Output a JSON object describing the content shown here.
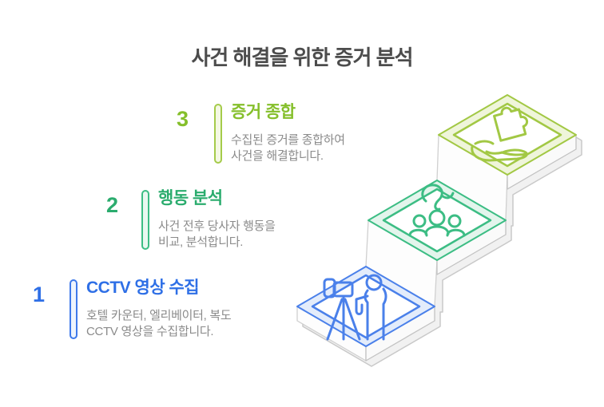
{
  "title": "사건 해결을 위한 증거 분석",
  "steps": [
    {
      "number": "1",
      "title": "CCTV 영상 수집",
      "description": [
        "호텔 카운터, 엘리베이터, 복도",
        "CCTV 영상을 수집합니다."
      ],
      "accent_color": "#2e6fe6",
      "icon": "cctv-camera-person-icon"
    },
    {
      "number": "2",
      "title": "행동 분석",
      "description": [
        "사건 전후 당사자 행동을",
        "비교, 분석합니다."
      ],
      "accent_color": "#2bac6e",
      "icon": "people-question-icon"
    },
    {
      "number": "3",
      "title": "증거 종합",
      "description": [
        "수집된 증거를 종합하여",
        "사건을 해결합니다."
      ],
      "accent_color": "#85bf2b",
      "icon": "hand-puzzle-icon"
    }
  ],
  "colors": {
    "step1_blue": "#2e6fe6",
    "step2_green": "#2bac6e",
    "step3_yellow_green": "#85bf2b",
    "heading_text": "#4c4c4c",
    "description_text": "#8b8b8b",
    "platform_side": "#fbfbfb",
    "platform_shadow": "#c9c9c9"
  }
}
